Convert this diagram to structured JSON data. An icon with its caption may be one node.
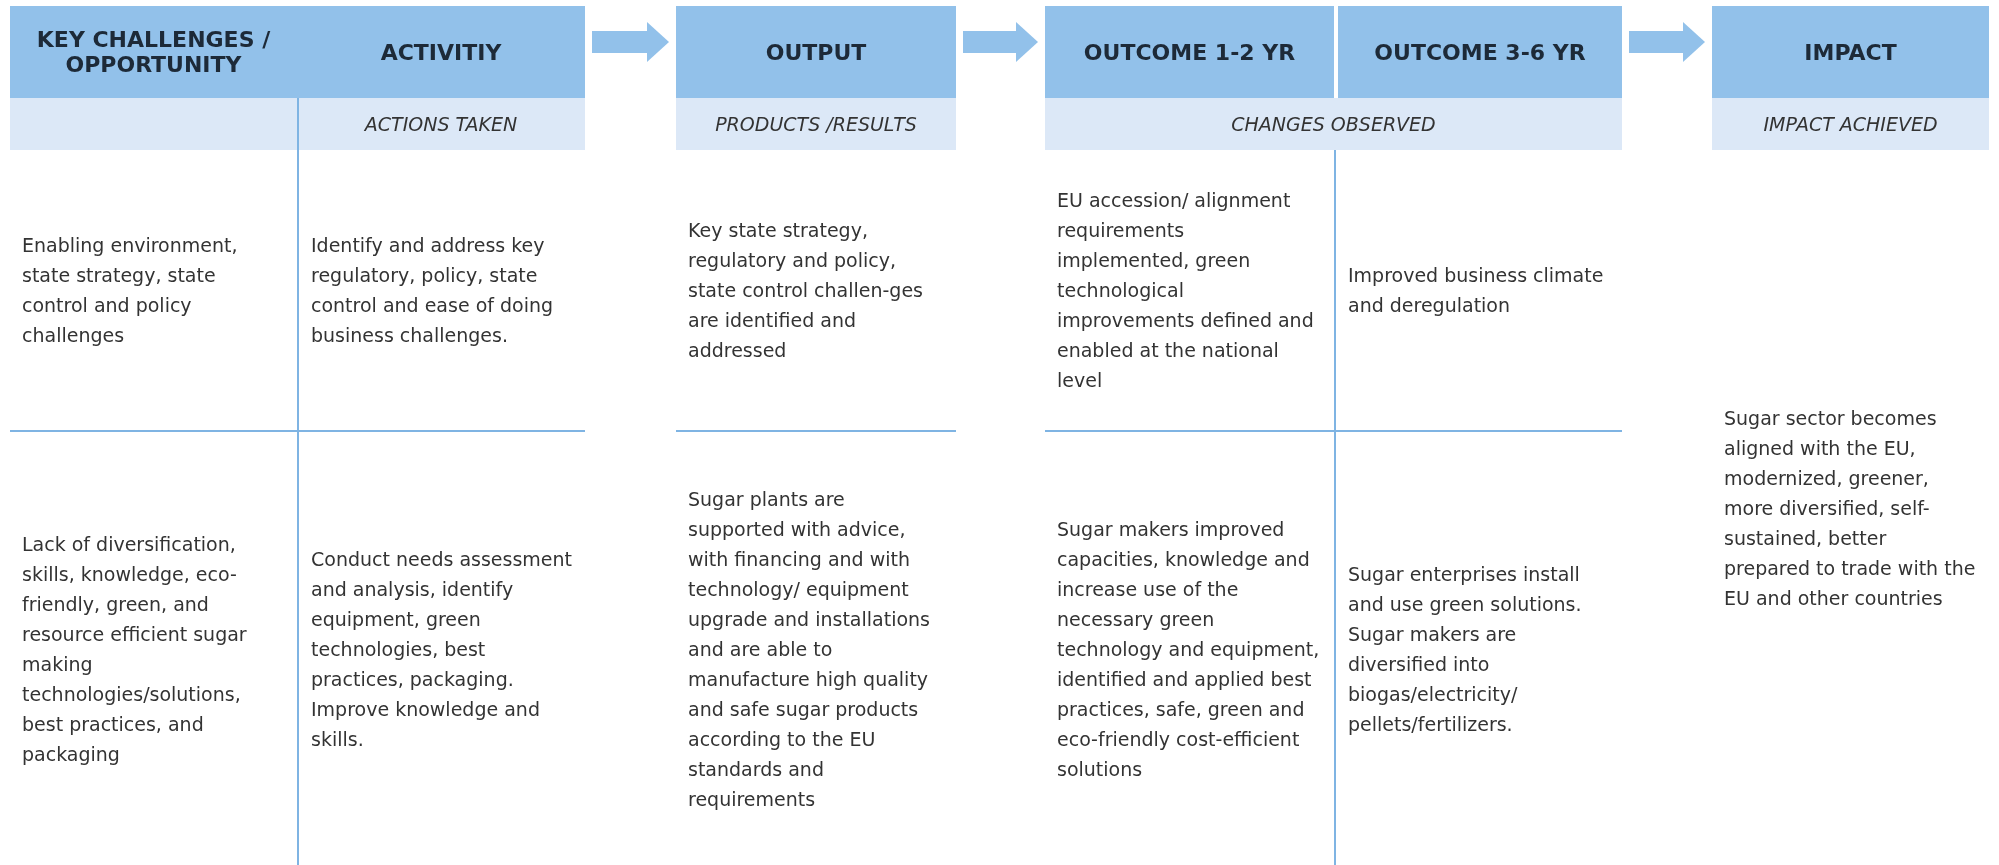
{
  "diagram": {
    "nodes": [
      {
        "text": [
          "KEY CHALLENGES / OPPORTUNITY"
        ]
      },
      {
        "text": [
          "ACTIVITIY"
        ]
      },
      {
        "text": [
          "OUTPUT"
        ]
      },
      {
        "text": [
          "OUTCOME 1-2 YR"
        ]
      },
      {
        "text": [
          "OUTCOME 3-6 YR"
        ]
      },
      {
        "text": [
          "IMPACT"
        ]
      }
    ],
    "edges": [
      {
        "from": 1,
        "to": 2,
        "arrow": "to"
      },
      {
        "from": 2,
        "to": 3,
        "arrow": "to"
      },
      {
        "from": 4,
        "to": 5,
        "arrow": "to"
      }
    ],
    "labels": [
      "ACTIONS TAKEN",
      "PRODUCTS /RESULTS",
      "CHANGES OBSERVED",
      "IMPACT ACHIEVED",
      "Enabling environment, state strategy, state control and policy challenges",
      "Identify and address key regulatory, policy, state control and ease of doing business challenges.",
      "Key state strategy, regulatory and policy, state control challen-ges are identified and addressed",
      "EU accession/ alignment requirements implemented, green technological improvements defined and enabled at the national level",
      "Improved business climate and deregulation",
      "Sugar sector becomes aligned with the EU, modernized, greener, more diversified, self-sustained, better prepared to trade with the EU and other countries",
      "Lack of diversification, skills, knowledge, eco-friendly, green, and resource efficient sugar making technologies/solutions, best practices, and packaging",
      "Conduct needs assessment and analysis, identify equipment, green technologies, best practices, packaging. Improve knowledge and skills.",
      "Sugar plants are supported with advice, with financing and with technology/ equipment upgrade and installations and are able to manufacture high quality and safe sugar products according to the EU standards and requirements",
      "Sugar makers improved capacities, knowledge and increase use of the necessary green technology and equipment, identified and applied best practices, safe, green and eco-friendly cost-efficient solutions",
      "Sugar enterprises install and use green solutions. Sugar makers are diversified into biogas/electricity/ pellets/fertilizers."
    ]
  }
}
